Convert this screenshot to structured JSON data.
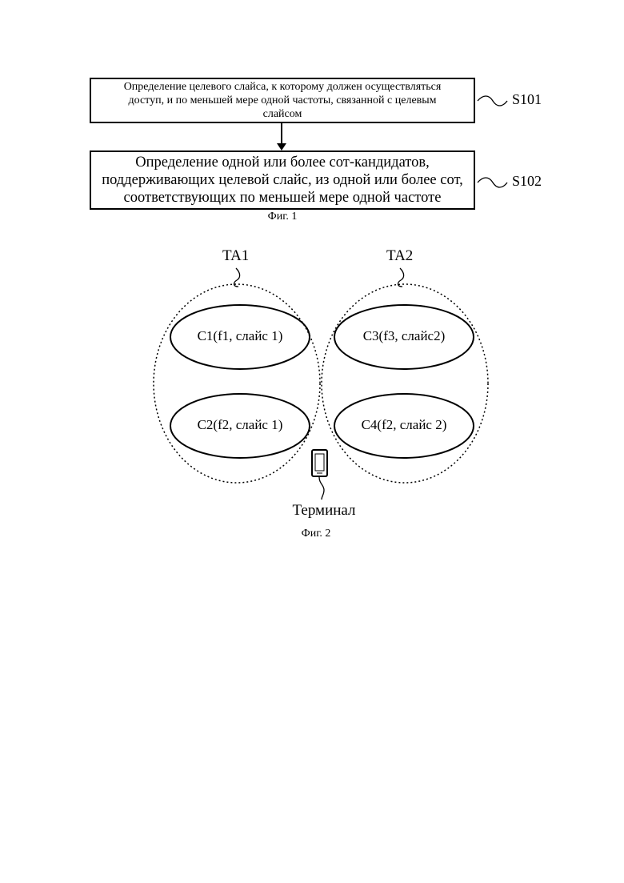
{
  "fig1": {
    "step1": {
      "id": "S101",
      "text": "Определение целевого слайса, к которому должен осуществляться доступ, и по меньшей мере одной частоты, связанной с целевым слайсом"
    },
    "step2": {
      "id": "S102",
      "text": "Определение одной или более сот-кандидатов, поддерживающих целевой слайс, из одной или более сот, соответствующих по меньшей мере одной частоте"
    },
    "caption": "Фиг. 1"
  },
  "fig2": {
    "ta1": "TA1",
    "ta2": "TA2",
    "cells": {
      "c1": "C1(f1, слайс 1)",
      "c2": "C2(f2, слайс 1)",
      "c3": "C3(f3, слайс2)",
      "c4": "C4(f2, слайс 2)"
    },
    "terminal": "Терминал",
    "caption": "Фиг. 2"
  }
}
